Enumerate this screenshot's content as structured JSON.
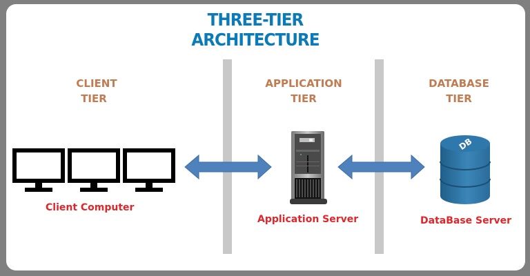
{
  "title": "THREE-TIER ARCHITECTURE",
  "tiers": [
    {
      "line1": "CLIENT",
      "line2": "TIER",
      "caption": "Client Computer",
      "icon": "monitor-icon"
    },
    {
      "line1": "APPLICATION",
      "line2": "TIER",
      "caption": "Application Server",
      "icon": "server-tower-icon"
    },
    {
      "line1": "DATABASE",
      "line2": "TIER",
      "caption": "DataBase Server",
      "icon": "database-icon"
    }
  ],
  "database_icon_text": "DB",
  "colors": {
    "title": "#0b7ab8",
    "tier_label": "#c07b50",
    "caption": "#e0262a",
    "arrow": "#4f81bd",
    "divider": "#c8c8c8"
  }
}
